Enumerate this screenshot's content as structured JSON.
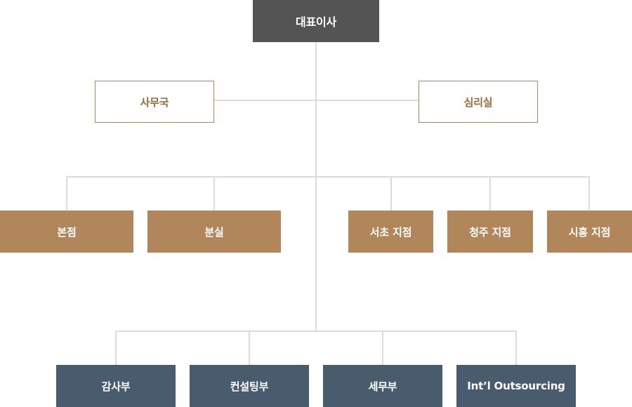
{
  "ceo": {
    "label": "대표이사"
  },
  "support": {
    "office": "사무국",
    "psychology": "심리실"
  },
  "branches": {
    "main": "본점",
    "annex": "분실",
    "seocho": "서초 지점",
    "cheongju": "청주 지점",
    "siheung": "시흥 지점"
  },
  "departments": {
    "audit": "감사부",
    "consulting": "컨설팅부",
    "tax": "세무부",
    "intl": "Int’l Outsourcing"
  },
  "colors": {
    "ceo": "#545454",
    "outline": "#b0865a",
    "branch": "#b0865a",
    "department": "#485c6e",
    "connector": "#dcdcdc"
  }
}
